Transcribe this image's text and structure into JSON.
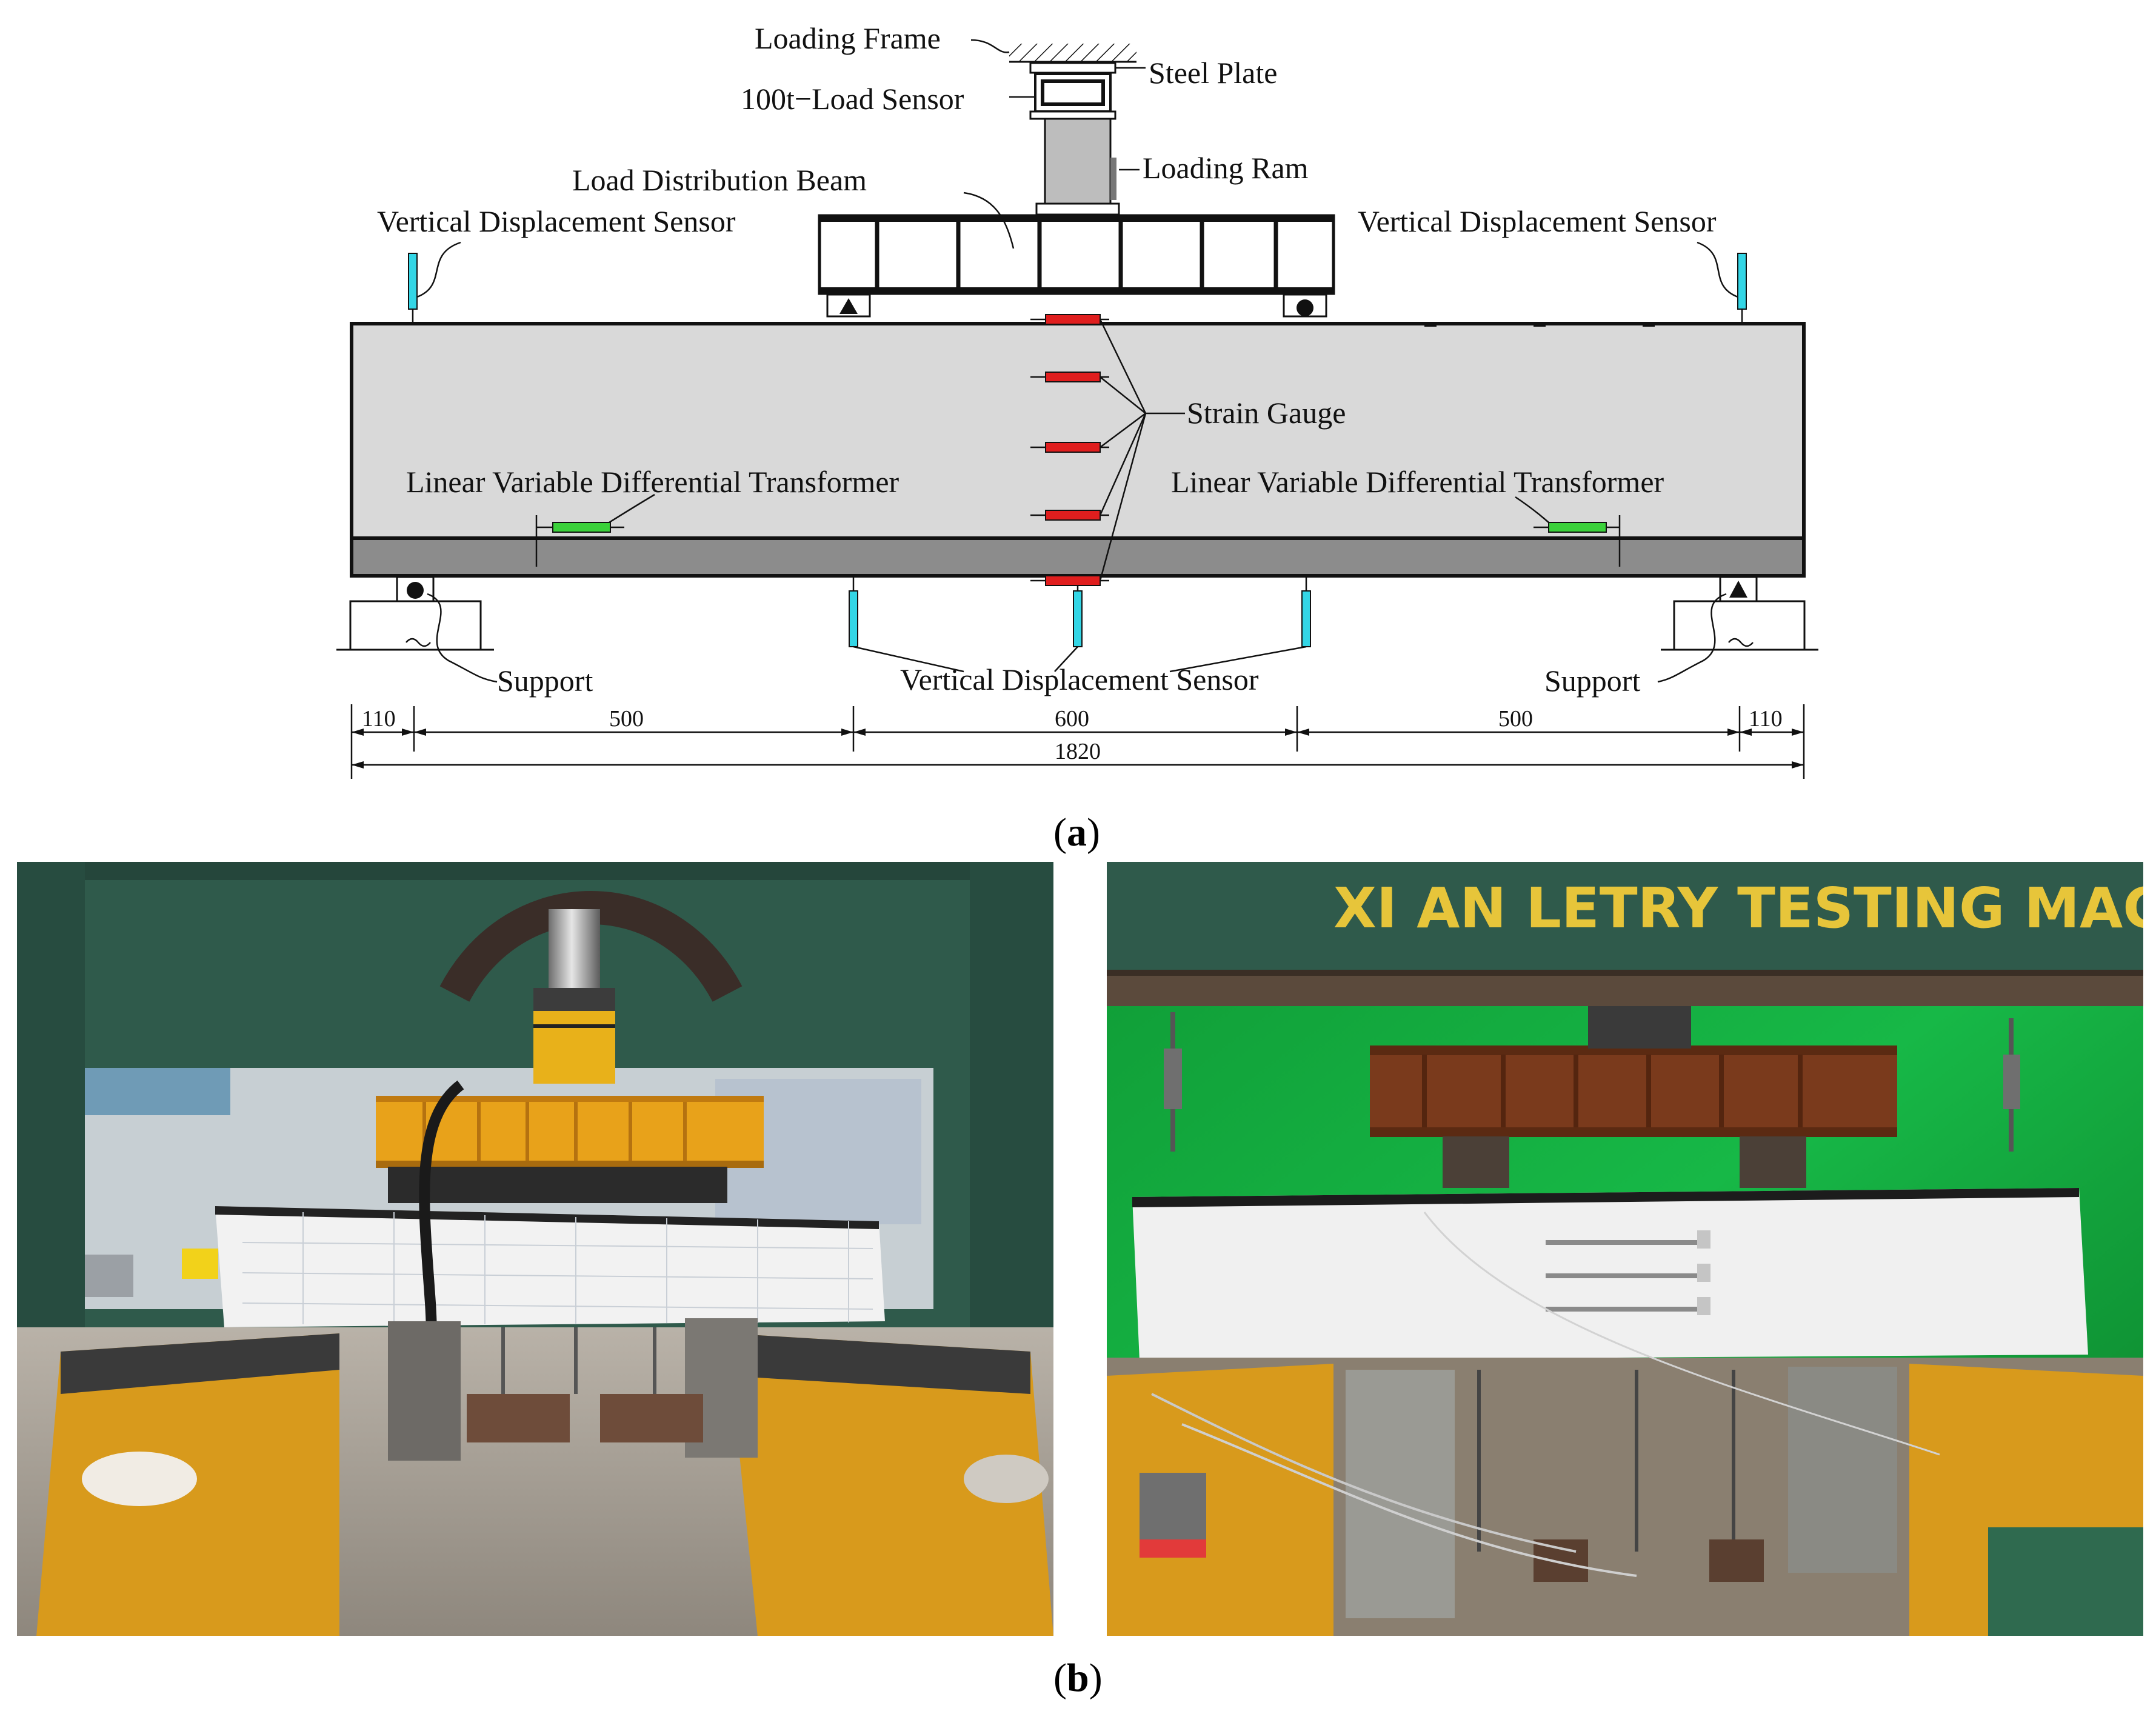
{
  "labels": {
    "loading_frame": "Loading Frame",
    "steel_plate": "Steel Plate",
    "load_sensor": "100t−Load Sensor",
    "loading_ram": "Loading Ram",
    "load_distribution_beam": "Load Distribution Beam",
    "vds_left": "Vertical Displacement Sensor",
    "vds_right": "Vertical Displacement Sensor",
    "strain_gauge": "Strain Gauge",
    "lvdt_left": "Linear Variable Differential Transformer",
    "lvdt_right": "Linear Variable Differential Transformer",
    "support_left": "Support",
    "support_right": "Support",
    "vds_bottom": "Vertical Displacement Sensor"
  },
  "dimensions": {
    "segments": [
      "110",
      "500",
      "600",
      "500",
      "110"
    ],
    "total": "1820"
  },
  "captions": {
    "a_open": "(",
    "a_letter": "a",
    "a_close": ")",
    "b_open": "(",
    "b_letter": "b",
    "b_close": ")"
  },
  "photo_right": {
    "machine_banner": "XI AN LETRY TESTING MACH"
  },
  "colors": {
    "beam_fill": "#d9d9d9",
    "beam_bottom_layer": "#8c8c8c",
    "strain_gauge": "#e01e1e",
    "lvdt": "#3ad13a",
    "displacement_sensor": "#33d6e6",
    "frame_green": "#2f5a4b",
    "loading_beam_yellow": "#e8a21a",
    "loading_beam_rust": "#7a3a1c",
    "specimen_white": "#f2f2f2",
    "backdrop_green": "#11a83a",
    "banner_yellow": "#e7c53a"
  }
}
